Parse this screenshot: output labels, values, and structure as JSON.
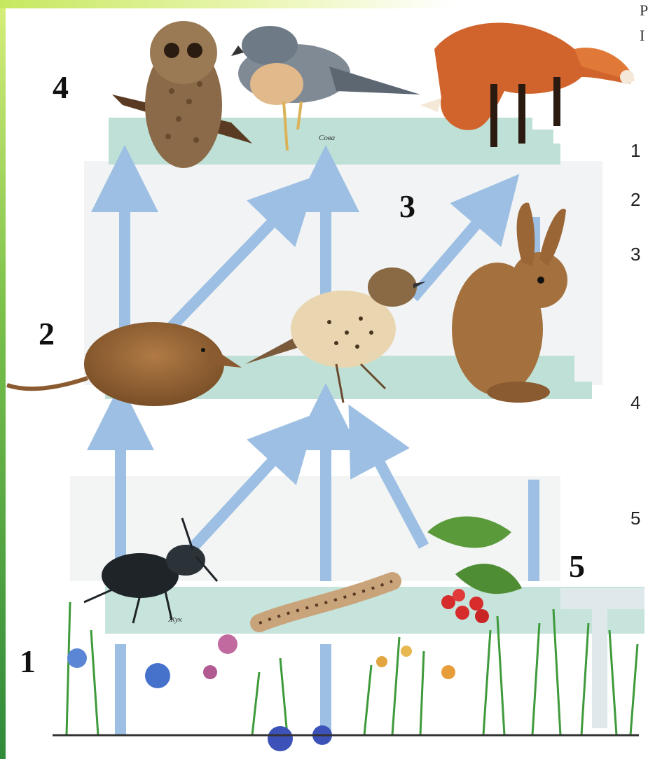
{
  "levels": {
    "level_1": "1",
    "level_2": "2",
    "level_3": "3",
    "level_4": "4",
    "level_5": "5"
  },
  "shelf_labels": {
    "predators": "Сова",
    "insects": "Жук"
  },
  "right_margin": {
    "n1": "1",
    "n2": "2",
    "n3": "3",
    "n4": "4",
    "n5": "5",
    "top_a": "Р",
    "top_b": "I"
  },
  "colors": {
    "shelf": "#bfe0d6",
    "arrow": "#9cbfe3",
    "ground": "#333333"
  }
}
